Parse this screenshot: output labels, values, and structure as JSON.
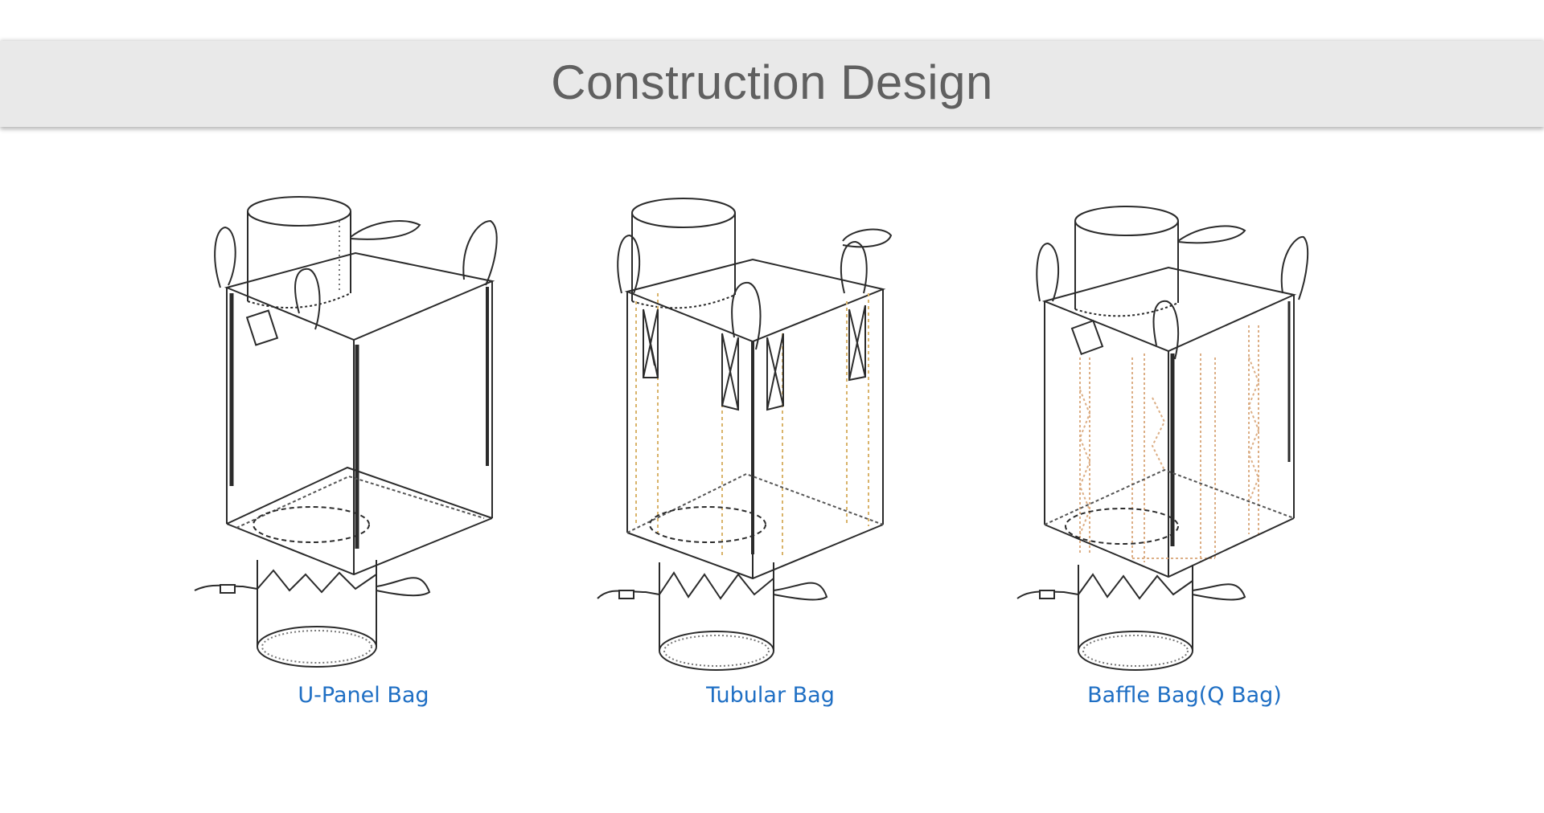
{
  "header": {
    "title": "Construction Design"
  },
  "bags": [
    {
      "caption": "U-Panel Bag",
      "type": "u-panel"
    },
    {
      "caption": "Tubular Bag",
      "type": "tubular"
    },
    {
      "caption": "Baffle Bag(Q Bag)",
      "type": "baffle"
    }
  ],
  "colors": {
    "line": "#2b2b2b",
    "stitch_tubular": "#d9b36a",
    "stitch_baffle": "#dcae85",
    "caption": "#1f6fc4",
    "banner": "#e9e9e9",
    "title": "#606060"
  }
}
